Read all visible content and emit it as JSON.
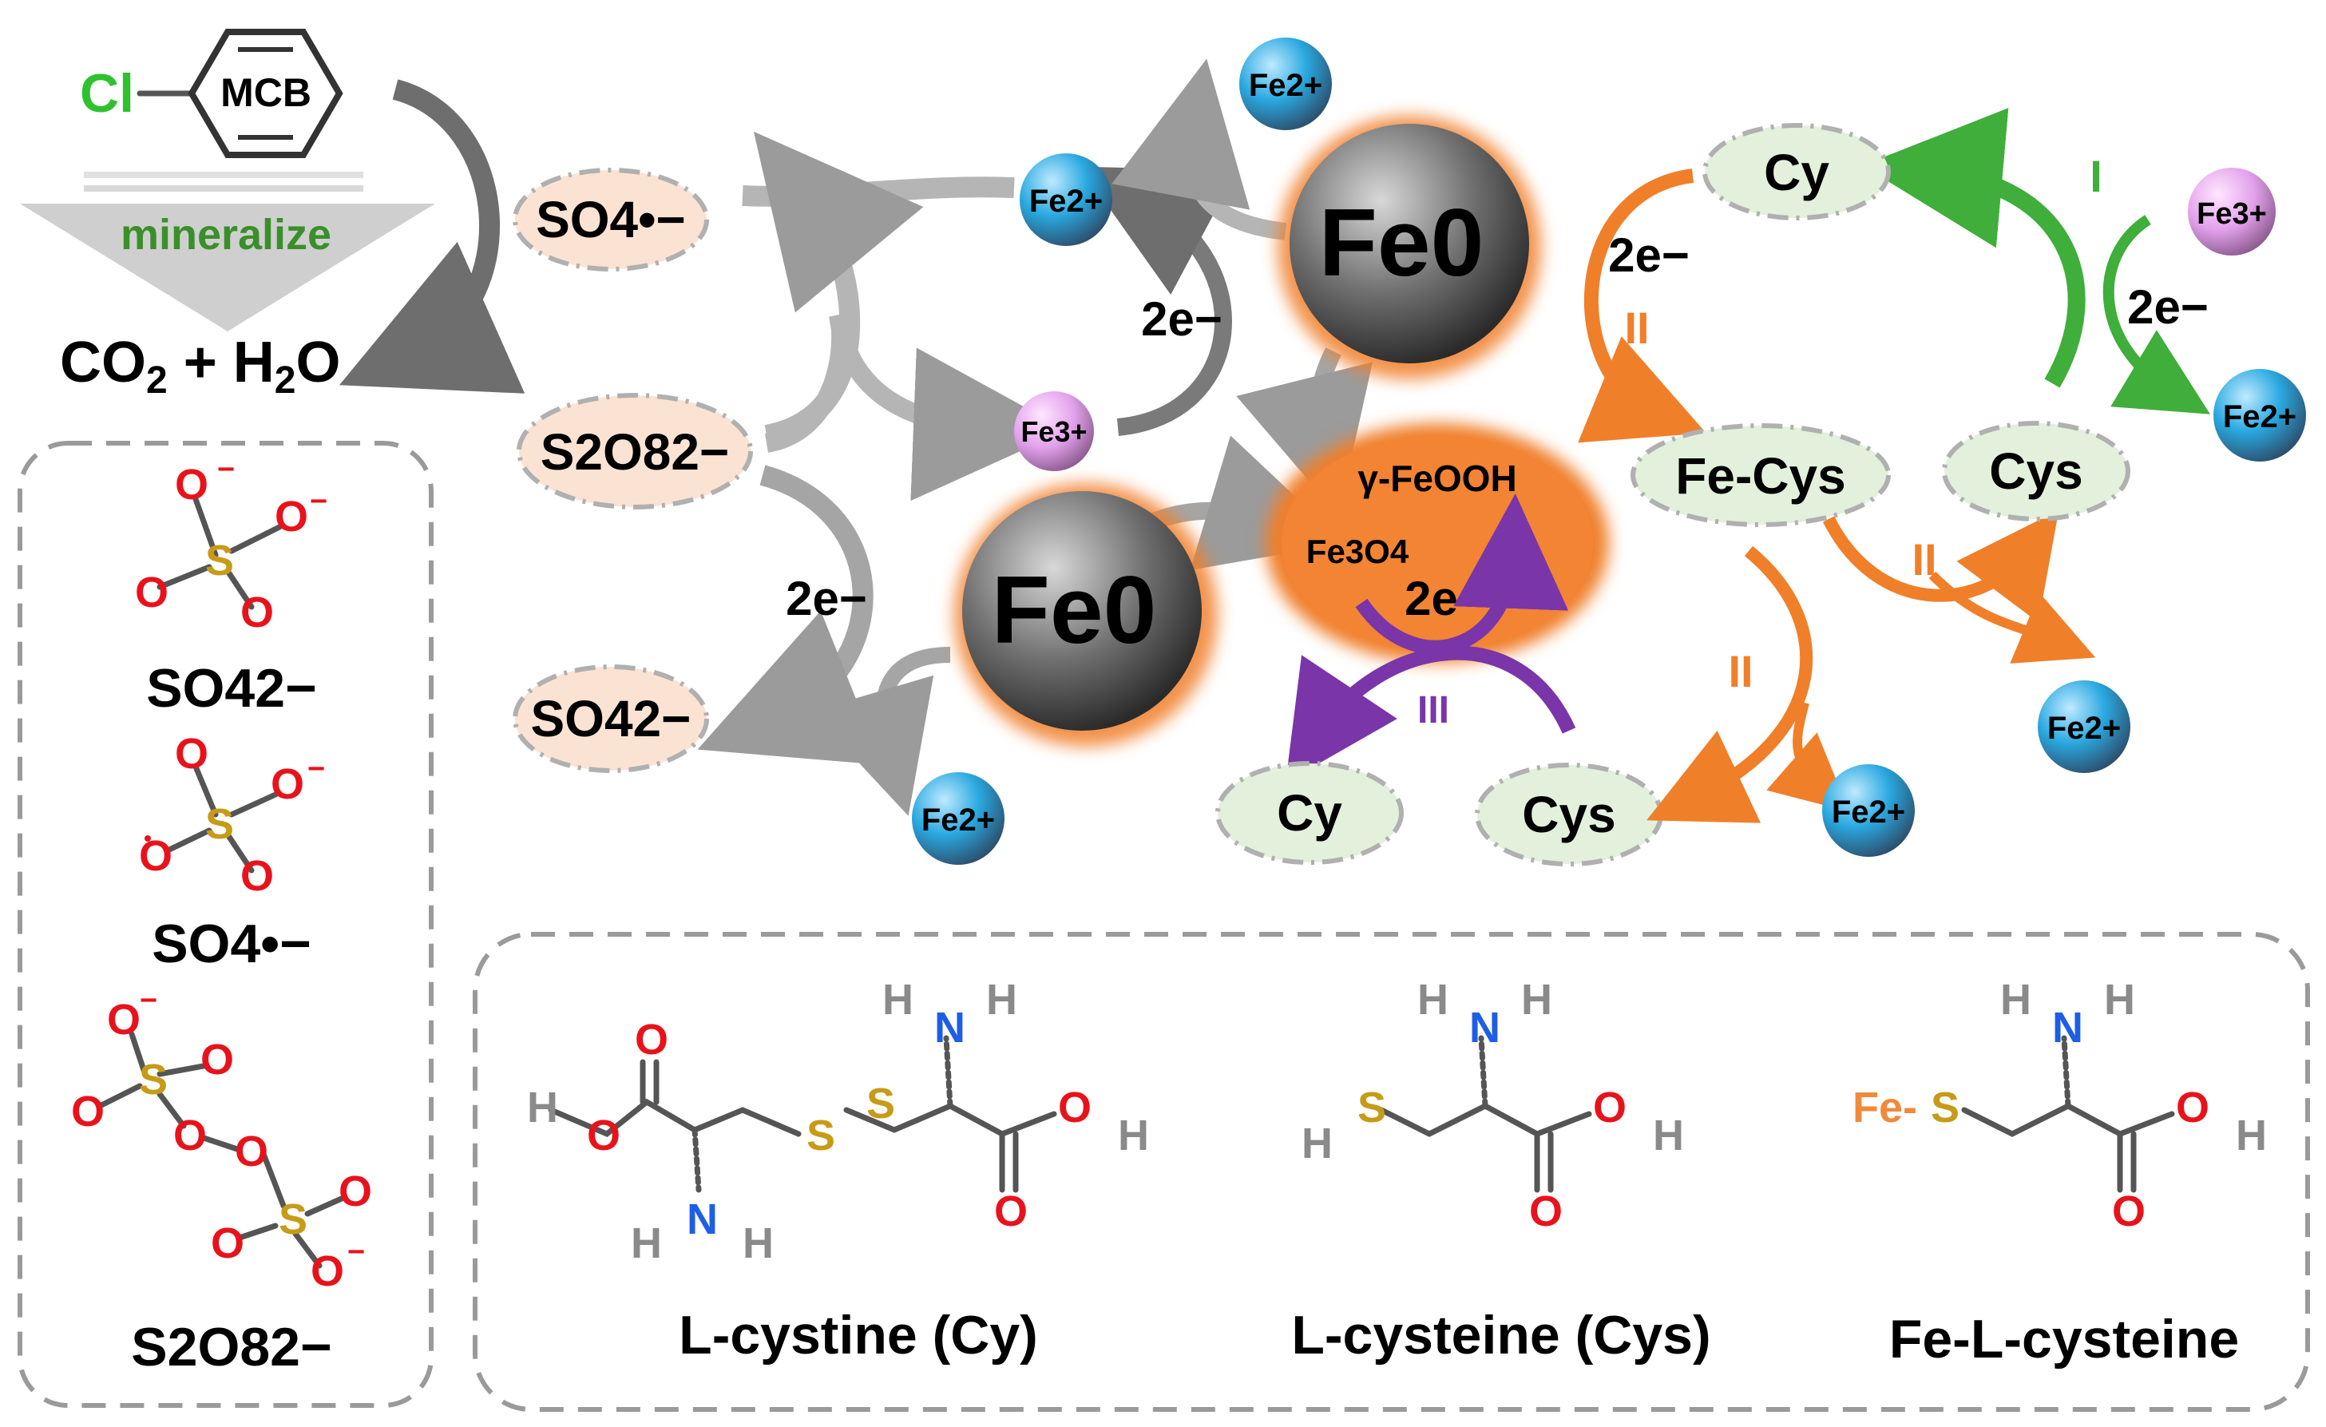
{
  "mcb": {
    "substituent": "Cl",
    "ring_label": "MCB",
    "process": "mineralize",
    "product_main": "CO",
    "product_sub1": "2",
    "plus": "+ H",
    "product_sub2": "2",
    "product_tail": "O"
  },
  "species": {
    "so4_radical": "SO4•−",
    "s2o8": "S2O82−",
    "so4_2": "SO42−",
    "fe0": "Fe0",
    "cy": "Cy",
    "cys": "Cys",
    "fe_cys": "Fe-Cys",
    "gamma_feooh": "γ-FeOOH",
    "fe3o4": "Fe3O4",
    "fe2": "Fe2+",
    "fe3": "Fe3+",
    "two_e": "2e−"
  },
  "pathways": {
    "I": "I",
    "II": "II",
    "III": "III"
  },
  "left_panel": {
    "so4_2_caption": "SO42−",
    "so4_rad_caption": "SO4•−",
    "s2o8_caption": "S2O82−"
  },
  "bottom_panel": {
    "cystine_caption": "L-cystine (Cy)",
    "cysteine_caption": "L-cysteine (Cys)",
    "fe_cysteine_caption": "Fe-L-cysteine"
  },
  "colors": {
    "ellipse_pink": "#fbe3d4",
    "ellipse_green": "#e2f0dc",
    "fe2_ball": "#2aa9e0",
    "fe3_ball": "#e6a3ea",
    "fe0_ball": "#555555",
    "orange": "#f07f2a",
    "green_arrow": "#3fae3b",
    "purple_arrow": "#7a35a8",
    "grey_arrow": "#9b9b9b"
  }
}
